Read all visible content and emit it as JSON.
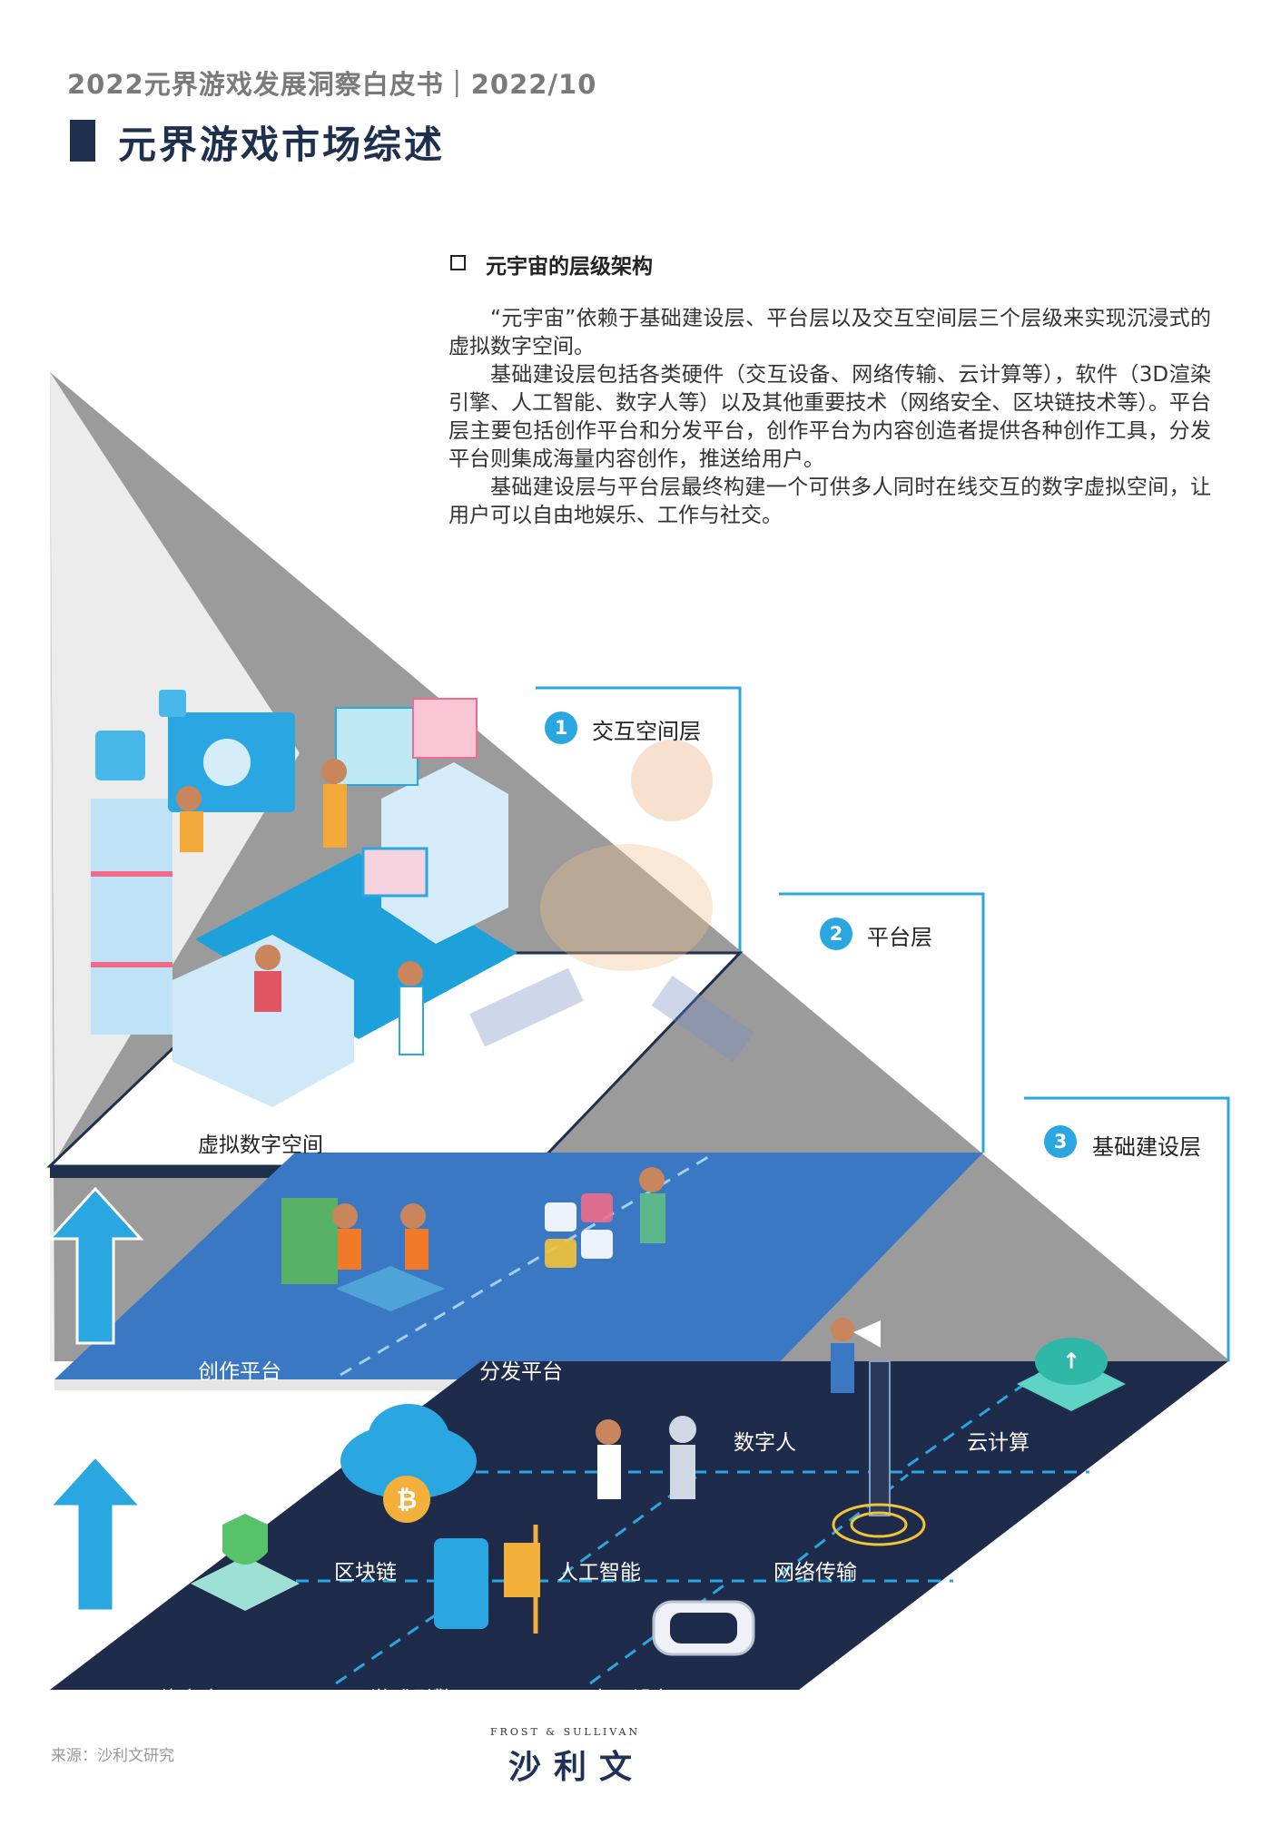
{
  "header": {
    "report_line": "2022元界游戏发展洞察白皮书｜2022/10",
    "page_title": "元界游戏市场综述"
  },
  "section": {
    "heading": "元宇宙的层级架构",
    "paragraphs": [
      "“元宇宙”依赖于基础建设层、平台层以及交互空间层三个层级来实现沉浸式的虚拟数字空间。",
      "基础建设层包括各类硬件（交互设备、网络传输、云计算等），软件（3D渲染引擎、人工智能、数字人等）以及其他重要技术（网络安全、区块链技术等）。平台层主要包括创作平台和分发平台，创作平台为内容创造者提供各种创作工具，分发平台则集成海量内容创作，推送给用户。",
      "基础建设层与平台层最终构建一个可供多人同时在线交互的数字虚拟空间，让用户可以自由地娱乐、工作与社交。"
    ]
  },
  "layers": [
    {
      "number": "1",
      "name": "交互空间层"
    },
    {
      "number": "2",
      "name": "平台层"
    },
    {
      "number": "3",
      "name": "基础建设层"
    }
  ],
  "plates": {
    "top": {
      "items": [
        "虚拟数字空间"
      ]
    },
    "middle": {
      "items": [
        "创作平台",
        "分发平台"
      ]
    },
    "bottom": {
      "items": [
        "数字人",
        "云计算",
        "区块链",
        "人工智能",
        "网络传输",
        "网络安全",
        "游戏引擎",
        "交互设备"
      ]
    }
  },
  "colors": {
    "accent": "#2aa6e0",
    "navy": "#1f2f4e",
    "platform_blue": "#3a78c4",
    "base_navy": "#1e2b4a",
    "pyramid_gray": "#9a9a9a"
  },
  "footer": {
    "source": "来源：沙利文研究",
    "logo_en": "FROST & SULLIVAN",
    "logo_cn": "沙利文"
  }
}
